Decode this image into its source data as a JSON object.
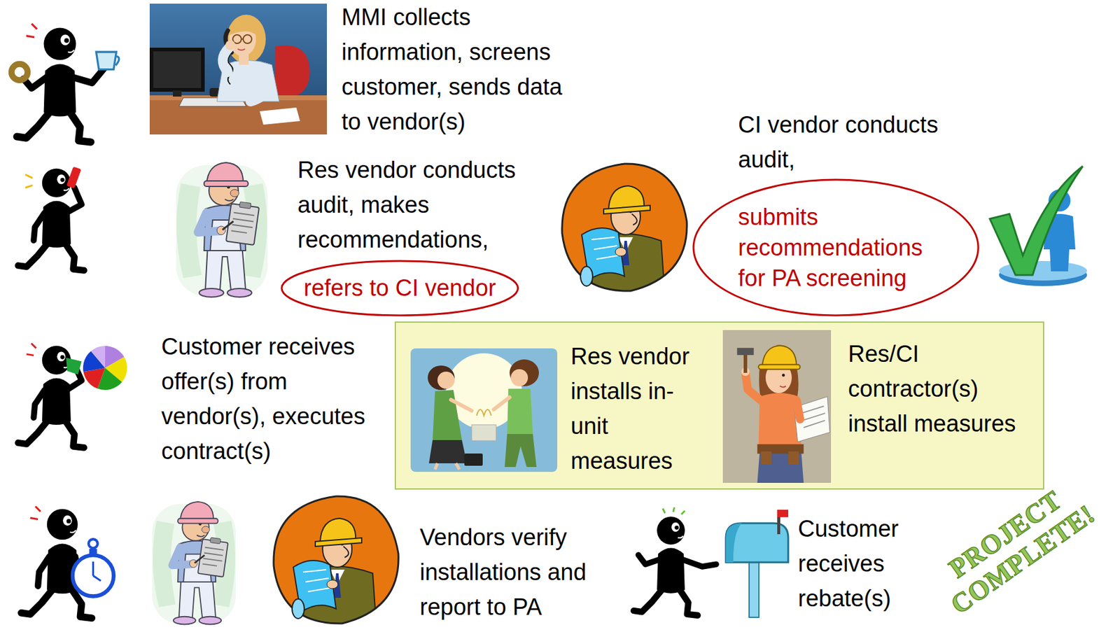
{
  "diagram": {
    "nodes": [
      {
        "text": [
          "refers to CI vendor"
        ]
      },
      {
        "text": [
          "submits recommendations for PA screening"
        ]
      },
      {
        "text": [
          "Res vendor installs in-unit measures",
          "Res/CI contractor(s) install measures"
        ]
      }
    ],
    "labels": [
      "MMI collects information, screens customer, sends data to vendor(s)",
      "Res vendor conducts audit, makes recommendations,",
      "CI vendor conducts audit,",
      "Customer receives offer(s) from vendor(s), executes contract(s)",
      "Vendors verify installations and report to PA",
      "Customer receives rebate(s)",
      "PROJECT COMPLETE!"
    ]
  }
}
